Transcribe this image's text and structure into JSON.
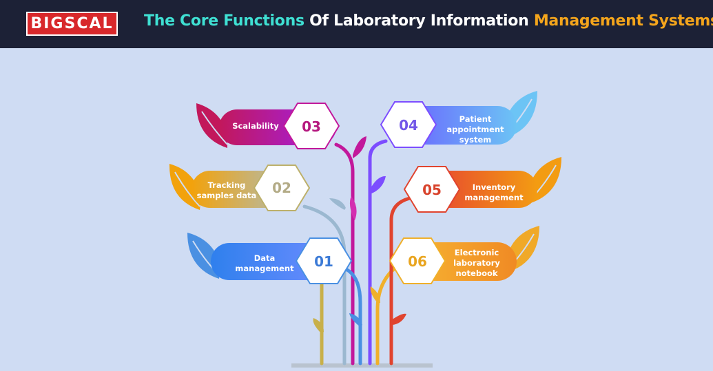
{
  "header": {
    "logo_text": "BIGSCAL",
    "title_part1": "The Core Functions",
    "title_part2": " Of Laboratory Information ",
    "title_part3": "Management Systems"
  },
  "items": [
    {
      "number": "01",
      "label": "Data management",
      "color": "#4a90e2"
    },
    {
      "number": "02",
      "label": "Tracking samples data",
      "color": "#c8b34e"
    },
    {
      "number": "03",
      "label": "Scalability",
      "color": "#d81b9a"
    },
    {
      "number": "04",
      "label": "Patient appointment system",
      "color": "#7b5cf0"
    },
    {
      "number": "05",
      "label": "Inventory management",
      "color": "#e0442f"
    },
    {
      "number": "06",
      "label": "Electronic laboratory notebook",
      "color": "#f0b02a"
    }
  ],
  "icons": [
    "leaf-icon",
    "hexagon-badge"
  ]
}
